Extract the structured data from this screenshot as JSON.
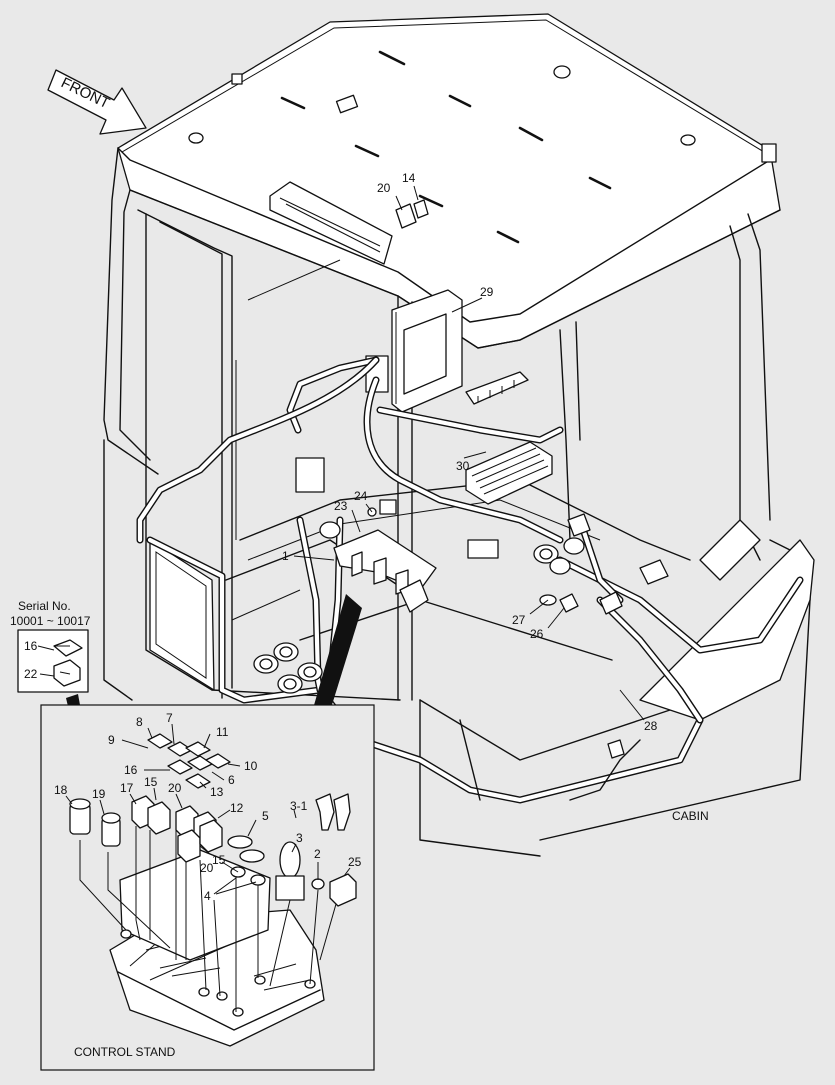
{
  "diagram": {
    "direction_label": "FRONT",
    "cabin_label": "CABIN",
    "control_stand_label": "CONTROL STAND",
    "serial": {
      "title": "Serial No.",
      "range": "10001 ~ 10017"
    },
    "callouts": [
      {
        "id": "c-20-top",
        "text": "20"
      },
      {
        "id": "c-14",
        "text": "14"
      },
      {
        "id": "c-29",
        "text": "29"
      },
      {
        "id": "c-30",
        "text": "30"
      },
      {
        "id": "c-24",
        "text": "24"
      },
      {
        "id": "c-23",
        "text": "23"
      },
      {
        "id": "c-1",
        "text": "1"
      },
      {
        "id": "c-27",
        "text": "27"
      },
      {
        "id": "c-26",
        "text": "26"
      },
      {
        "id": "c-28",
        "text": "28"
      },
      {
        "id": "c-16-inset",
        "text": "16"
      },
      {
        "id": "c-22",
        "text": "22"
      },
      {
        "id": "c-8",
        "text": "8"
      },
      {
        "id": "c-7",
        "text": "7"
      },
      {
        "id": "c-11",
        "text": "11"
      },
      {
        "id": "c-9",
        "text": "9"
      },
      {
        "id": "c-10",
        "text": "10"
      },
      {
        "id": "c-16",
        "text": "16"
      },
      {
        "id": "c-6",
        "text": "6"
      },
      {
        "id": "c-13",
        "text": "13"
      },
      {
        "id": "c-18",
        "text": "18"
      },
      {
        "id": "c-19",
        "text": "19"
      },
      {
        "id": "c-17",
        "text": "17"
      },
      {
        "id": "c-15-top",
        "text": "15"
      },
      {
        "id": "c-20-mid",
        "text": "20"
      },
      {
        "id": "c-12",
        "text": "12"
      },
      {
        "id": "c-5",
        "text": "5"
      },
      {
        "id": "c-3-1",
        "text": "3-1"
      },
      {
        "id": "c-3",
        "text": "3"
      },
      {
        "id": "c-15-low",
        "text": "15"
      },
      {
        "id": "c-20-low",
        "text": "20"
      },
      {
        "id": "c-4",
        "text": "4"
      },
      {
        "id": "c-2",
        "text": "2"
      },
      {
        "id": "c-25",
        "text": "25"
      }
    ]
  }
}
